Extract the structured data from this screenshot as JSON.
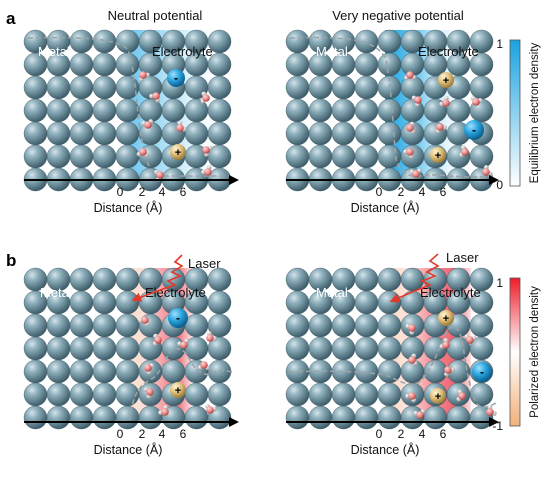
{
  "panels": {
    "a": {
      "label": "a",
      "left": {
        "title": "Neutral potential",
        "metal": "Metal",
        "electrolyte": "Electrolyte"
      },
      "right": {
        "title": "Very negative potential",
        "metal": "Metal",
        "electrolyte": "Electrolyte"
      },
      "colorbar": {
        "label": "Equilibrium electron density",
        "max": "1",
        "min": "0",
        "color": "#1aa3e0"
      }
    },
    "b": {
      "label": "b",
      "left": {
        "laser": "Laser",
        "metal": "Metal",
        "electrolyte": "Electrolyte"
      },
      "right": {
        "laser": "Laser",
        "metal": "Metal",
        "electrolyte": "Electrolyte"
      },
      "colorbar": {
        "label": "Polarized electron density",
        "max": "1",
        "min": "-1",
        "color_pos": "#ee2233",
        "color_neg": "#f2b07a"
      }
    }
  },
  "axis": {
    "label": "Distance (Å)",
    "ticks": [
      "0",
      "2",
      "4",
      "6"
    ]
  },
  "ions": {
    "cation": "+",
    "anion": "-"
  },
  "colors": {
    "metal": "#6d8d9a",
    "laser": "#e23a2a",
    "anion": "#1b8fc4",
    "cation": "#d9b46a",
    "oxygen": "#e88888"
  }
}
